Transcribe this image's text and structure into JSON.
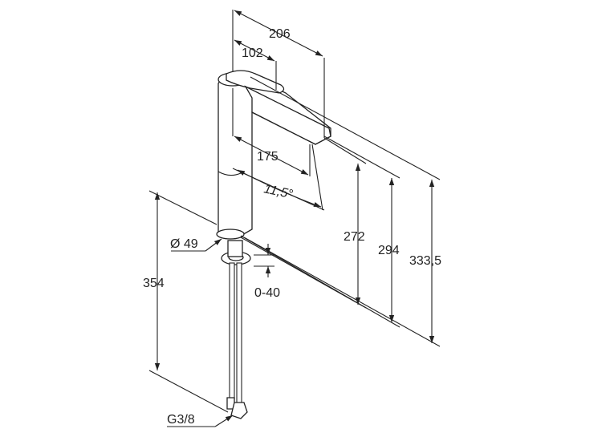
{
  "dimensions": {
    "d206": "206",
    "d102": "102",
    "d175": "175",
    "angle": "11,5°",
    "d272": "272",
    "d294": "294",
    "d333": "333,5",
    "d354": "354",
    "diameter": "Ø 49",
    "adjust": "0-40",
    "thread": "G3/8"
  }
}
